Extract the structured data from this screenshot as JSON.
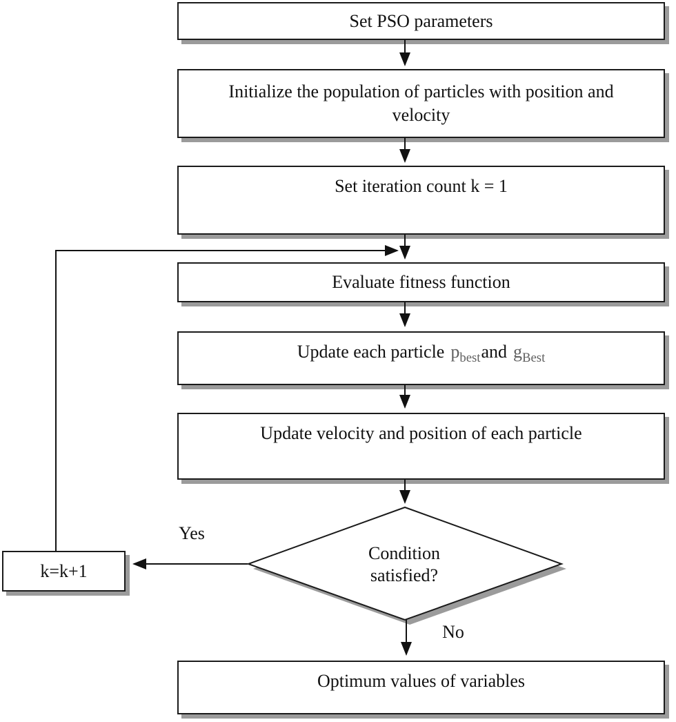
{
  "nodes": {
    "set_pso": {
      "label": "Set PSO parameters"
    },
    "initialize": {
      "label": "Initialize the population of particles with position and velocity"
    },
    "set_iteration": {
      "label": "Set iteration count k = 1"
    },
    "evaluate": {
      "label": "Evaluate fitness function"
    },
    "update_best": {
      "prefix": "Update each particle",
      "p_main": "p",
      "p_sub": "best",
      "conj": "and",
      "g_main": "g",
      "g_sub": "Best"
    },
    "update_velocity": {
      "label": "Update velocity and position of each particle"
    },
    "condition": {
      "label": "Condition\nsatisfied?"
    },
    "k_increment": {
      "label": "k=k+1"
    },
    "optimum": {
      "label": "Optimum values of variables"
    }
  },
  "edge_labels": {
    "yes": "Yes",
    "no": "No"
  },
  "colors": {
    "line": "#1a1a1a",
    "shadow": "#9b9b9b",
    "best_var_gray": "#5f5f5f",
    "background": "#ffffff"
  }
}
